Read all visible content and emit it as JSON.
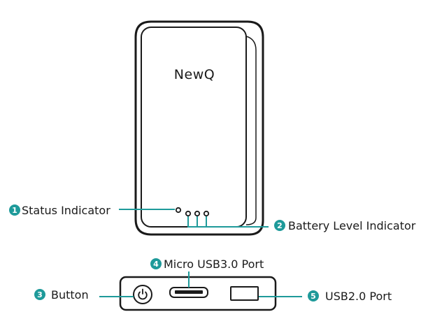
{
  "brand": "NewQ",
  "colors": {
    "accent": "#1e9a9a",
    "outline": "#1a1a1a",
    "text": "#1a1a1a"
  },
  "callouts": [
    {
      "number": "1",
      "label": "Status Indicator"
    },
    {
      "number": "2",
      "label": "Battery Level Indicator"
    },
    {
      "number": "3",
      "label": "Button"
    },
    {
      "number": "4",
      "label": "Micro USB3.0 Port"
    },
    {
      "number": "5",
      "label": "USB2.0 Port"
    }
  ],
  "icons": {
    "power": "power-icon"
  }
}
